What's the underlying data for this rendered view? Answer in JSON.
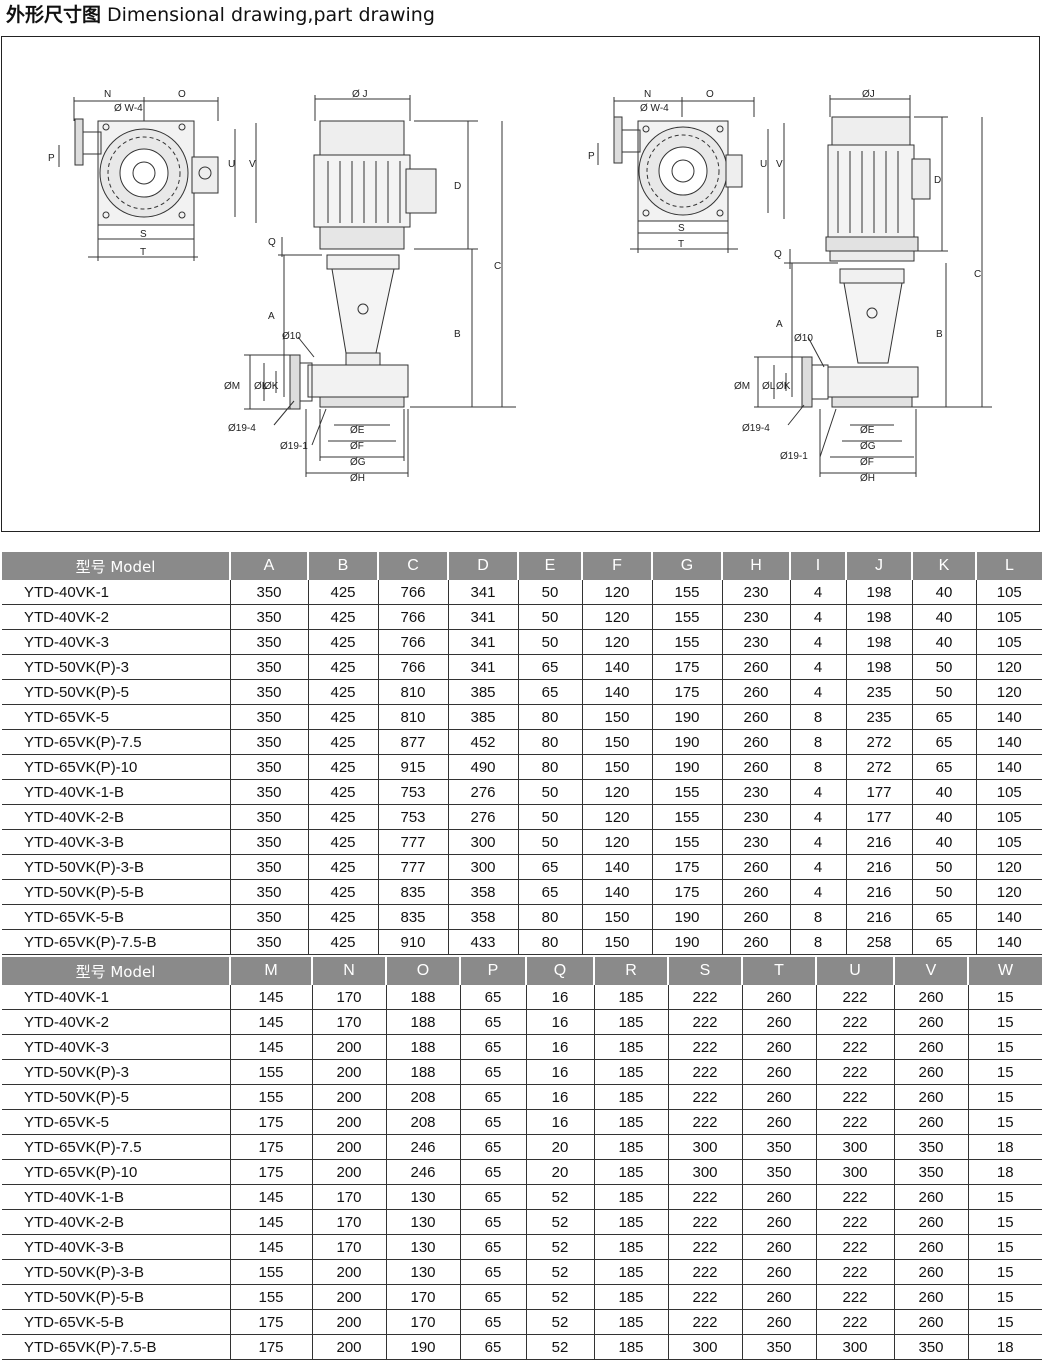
{
  "title": {
    "zh": "外形尺寸图",
    "en": "Dimensional drawing,part drawing"
  },
  "drawing_labels": {
    "left_view": {
      "N": "N",
      "O": "O",
      "W": "Ø W-4",
      "P": "P",
      "U": "U",
      "V": "V",
      "S": "S",
      "T": "T"
    },
    "left_elevation": {
      "J": "Ø J",
      "D": "D",
      "C": "C",
      "B": "B",
      "Q": "Q",
      "A": "A",
      "d10": "Ø10",
      "M": "ØM",
      "L": "ØL",
      "K": "ØK",
      "d19_4": "Ø19-4",
      "d19_1": "Ø19-1",
      "E": "ØE",
      "F": "ØF",
      "G": "ØG",
      "H": "ØH"
    },
    "right_view": {
      "N": "N",
      "O": "O",
      "W": "Ø W-4",
      "P": "P",
      "U": "U",
      "V": "V",
      "S": "S",
      "T": "T"
    },
    "right_elevation": {
      "J": "ØJ",
      "D": "D",
      "C": "C",
      "B": "B",
      "Q": "Q",
      "A": "A",
      "d10": "Ø10",
      "M": "ØM",
      "L": "ØL",
      "K": "ØK",
      "d19_4": "Ø19-4",
      "d19_1": "Ø19-1",
      "E": "ØE",
      "G": "ØG",
      "F": "ØF",
      "H": "ØH"
    }
  },
  "table1": {
    "headers": [
      "型号 Model",
      "A",
      "B",
      "C",
      "D",
      "E",
      "F",
      "G",
      "H",
      "I",
      "J",
      "K",
      "L"
    ],
    "rows": [
      [
        "YTD-40VK-1",
        "350",
        "425",
        "766",
        "341",
        "50",
        "120",
        "155",
        "230",
        "4",
        "198",
        "40",
        "105"
      ],
      [
        "YTD-40VK-2",
        "350",
        "425",
        "766",
        "341",
        "50",
        "120",
        "155",
        "230",
        "4",
        "198",
        "40",
        "105"
      ],
      [
        "YTD-40VK-3",
        "350",
        "425",
        "766",
        "341",
        "50",
        "120",
        "155",
        "230",
        "4",
        "198",
        "40",
        "105"
      ],
      [
        "YTD-50VK(P)-3",
        "350",
        "425",
        "766",
        "341",
        "65",
        "140",
        "175",
        "260",
        "4",
        "198",
        "50",
        "120"
      ],
      [
        "YTD-50VK(P)-5",
        "350",
        "425",
        "810",
        "385",
        "65",
        "140",
        "175",
        "260",
        "4",
        "235",
        "50",
        "120"
      ],
      [
        "YTD-65VK-5",
        "350",
        "425",
        "810",
        "385",
        "80",
        "150",
        "190",
        "260",
        "8",
        "235",
        "65",
        "140"
      ],
      [
        "YTD-65VK(P)-7.5",
        "350",
        "425",
        "877",
        "452",
        "80",
        "150",
        "190",
        "260",
        "8",
        "272",
        "65",
        "140"
      ],
      [
        "YTD-65VK(P)-10",
        "350",
        "425",
        "915",
        "490",
        "80",
        "150",
        "190",
        "260",
        "8",
        "272",
        "65",
        "140"
      ],
      [
        "YTD-40VK-1-B",
        "350",
        "425",
        "753",
        "276",
        "50",
        "120",
        "155",
        "230",
        "4",
        "177",
        "40",
        "105"
      ],
      [
        "YTD-40VK-2-B",
        "350",
        "425",
        "753",
        "276",
        "50",
        "120",
        "155",
        "230",
        "4",
        "177",
        "40",
        "105"
      ],
      [
        "YTD-40VK-3-B",
        "350",
        "425",
        "777",
        "300",
        "50",
        "120",
        "155",
        "230",
        "4",
        "216",
        "40",
        "105"
      ],
      [
        "YTD-50VK(P)-3-B",
        "350",
        "425",
        "777",
        "300",
        "65",
        "140",
        "175",
        "260",
        "4",
        "216",
        "50",
        "120"
      ],
      [
        "YTD-50VK(P)-5-B",
        "350",
        "425",
        "835",
        "358",
        "65",
        "140",
        "175",
        "260",
        "4",
        "216",
        "50",
        "120"
      ],
      [
        "YTD-65VK-5-B",
        "350",
        "425",
        "835",
        "358",
        "80",
        "150",
        "190",
        "260",
        "8",
        "216",
        "65",
        "140"
      ],
      [
        "YTD-65VK(P)-7.5-B",
        "350",
        "425",
        "910",
        "433",
        "80",
        "150",
        "190",
        "260",
        "8",
        "258",
        "65",
        "140"
      ]
    ]
  },
  "table2": {
    "headers": [
      "型号 Model",
      "M",
      "N",
      "O",
      "P",
      "Q",
      "R",
      "S",
      "T",
      "U",
      "V",
      "W"
    ],
    "rows": [
      [
        "YTD-40VK-1",
        "145",
        "170",
        "188",
        "65",
        "16",
        "185",
        "222",
        "260",
        "222",
        "260",
        "15"
      ],
      [
        "YTD-40VK-2",
        "145",
        "170",
        "188",
        "65",
        "16",
        "185",
        "222",
        "260",
        "222",
        "260",
        "15"
      ],
      [
        "YTD-40VK-3",
        "145",
        "200",
        "188",
        "65",
        "16",
        "185",
        "222",
        "260",
        "222",
        "260",
        "15"
      ],
      [
        "YTD-50VK(P)-3",
        "155",
        "200",
        "188",
        "65",
        "16",
        "185",
        "222",
        "260",
        "222",
        "260",
        "15"
      ],
      [
        "YTD-50VK(P)-5",
        "155",
        "200",
        "208",
        "65",
        "16",
        "185",
        "222",
        "260",
        "222",
        "260",
        "15"
      ],
      [
        "YTD-65VK-5",
        "175",
        "200",
        "208",
        "65",
        "16",
        "185",
        "222",
        "260",
        "222",
        "260",
        "15"
      ],
      [
        "YTD-65VK(P)-7.5",
        "175",
        "200",
        "246",
        "65",
        "20",
        "185",
        "300",
        "350",
        "300",
        "350",
        "18"
      ],
      [
        "YTD-65VK(P)-10",
        "175",
        "200",
        "246",
        "65",
        "20",
        "185",
        "300",
        "350",
        "300",
        "350",
        "18"
      ],
      [
        "YTD-40VK-1-B",
        "145",
        "170",
        "130",
        "65",
        "52",
        "185",
        "222",
        "260",
        "222",
        "260",
        "15"
      ],
      [
        "YTD-40VK-2-B",
        "145",
        "170",
        "130",
        "65",
        "52",
        "185",
        "222",
        "260",
        "222",
        "260",
        "15"
      ],
      [
        "YTD-40VK-3-B",
        "145",
        "170",
        "130",
        "65",
        "52",
        "185",
        "222",
        "260",
        "222",
        "260",
        "15"
      ],
      [
        "YTD-50VK(P)-3-B",
        "155",
        "200",
        "130",
        "65",
        "52",
        "185",
        "222",
        "260",
        "222",
        "260",
        "15"
      ],
      [
        "YTD-50VK(P)-5-B",
        "155",
        "200",
        "170",
        "65",
        "52",
        "185",
        "222",
        "260",
        "222",
        "260",
        "15"
      ],
      [
        "YTD-65VK-5-B",
        "175",
        "200",
        "170",
        "65",
        "52",
        "185",
        "222",
        "260",
        "222",
        "260",
        "15"
      ],
      [
        "YTD-65VK(P)-7.5-B",
        "175",
        "200",
        "190",
        "65",
        "52",
        "185",
        "300",
        "350",
        "300",
        "350",
        "18"
      ]
    ]
  }
}
